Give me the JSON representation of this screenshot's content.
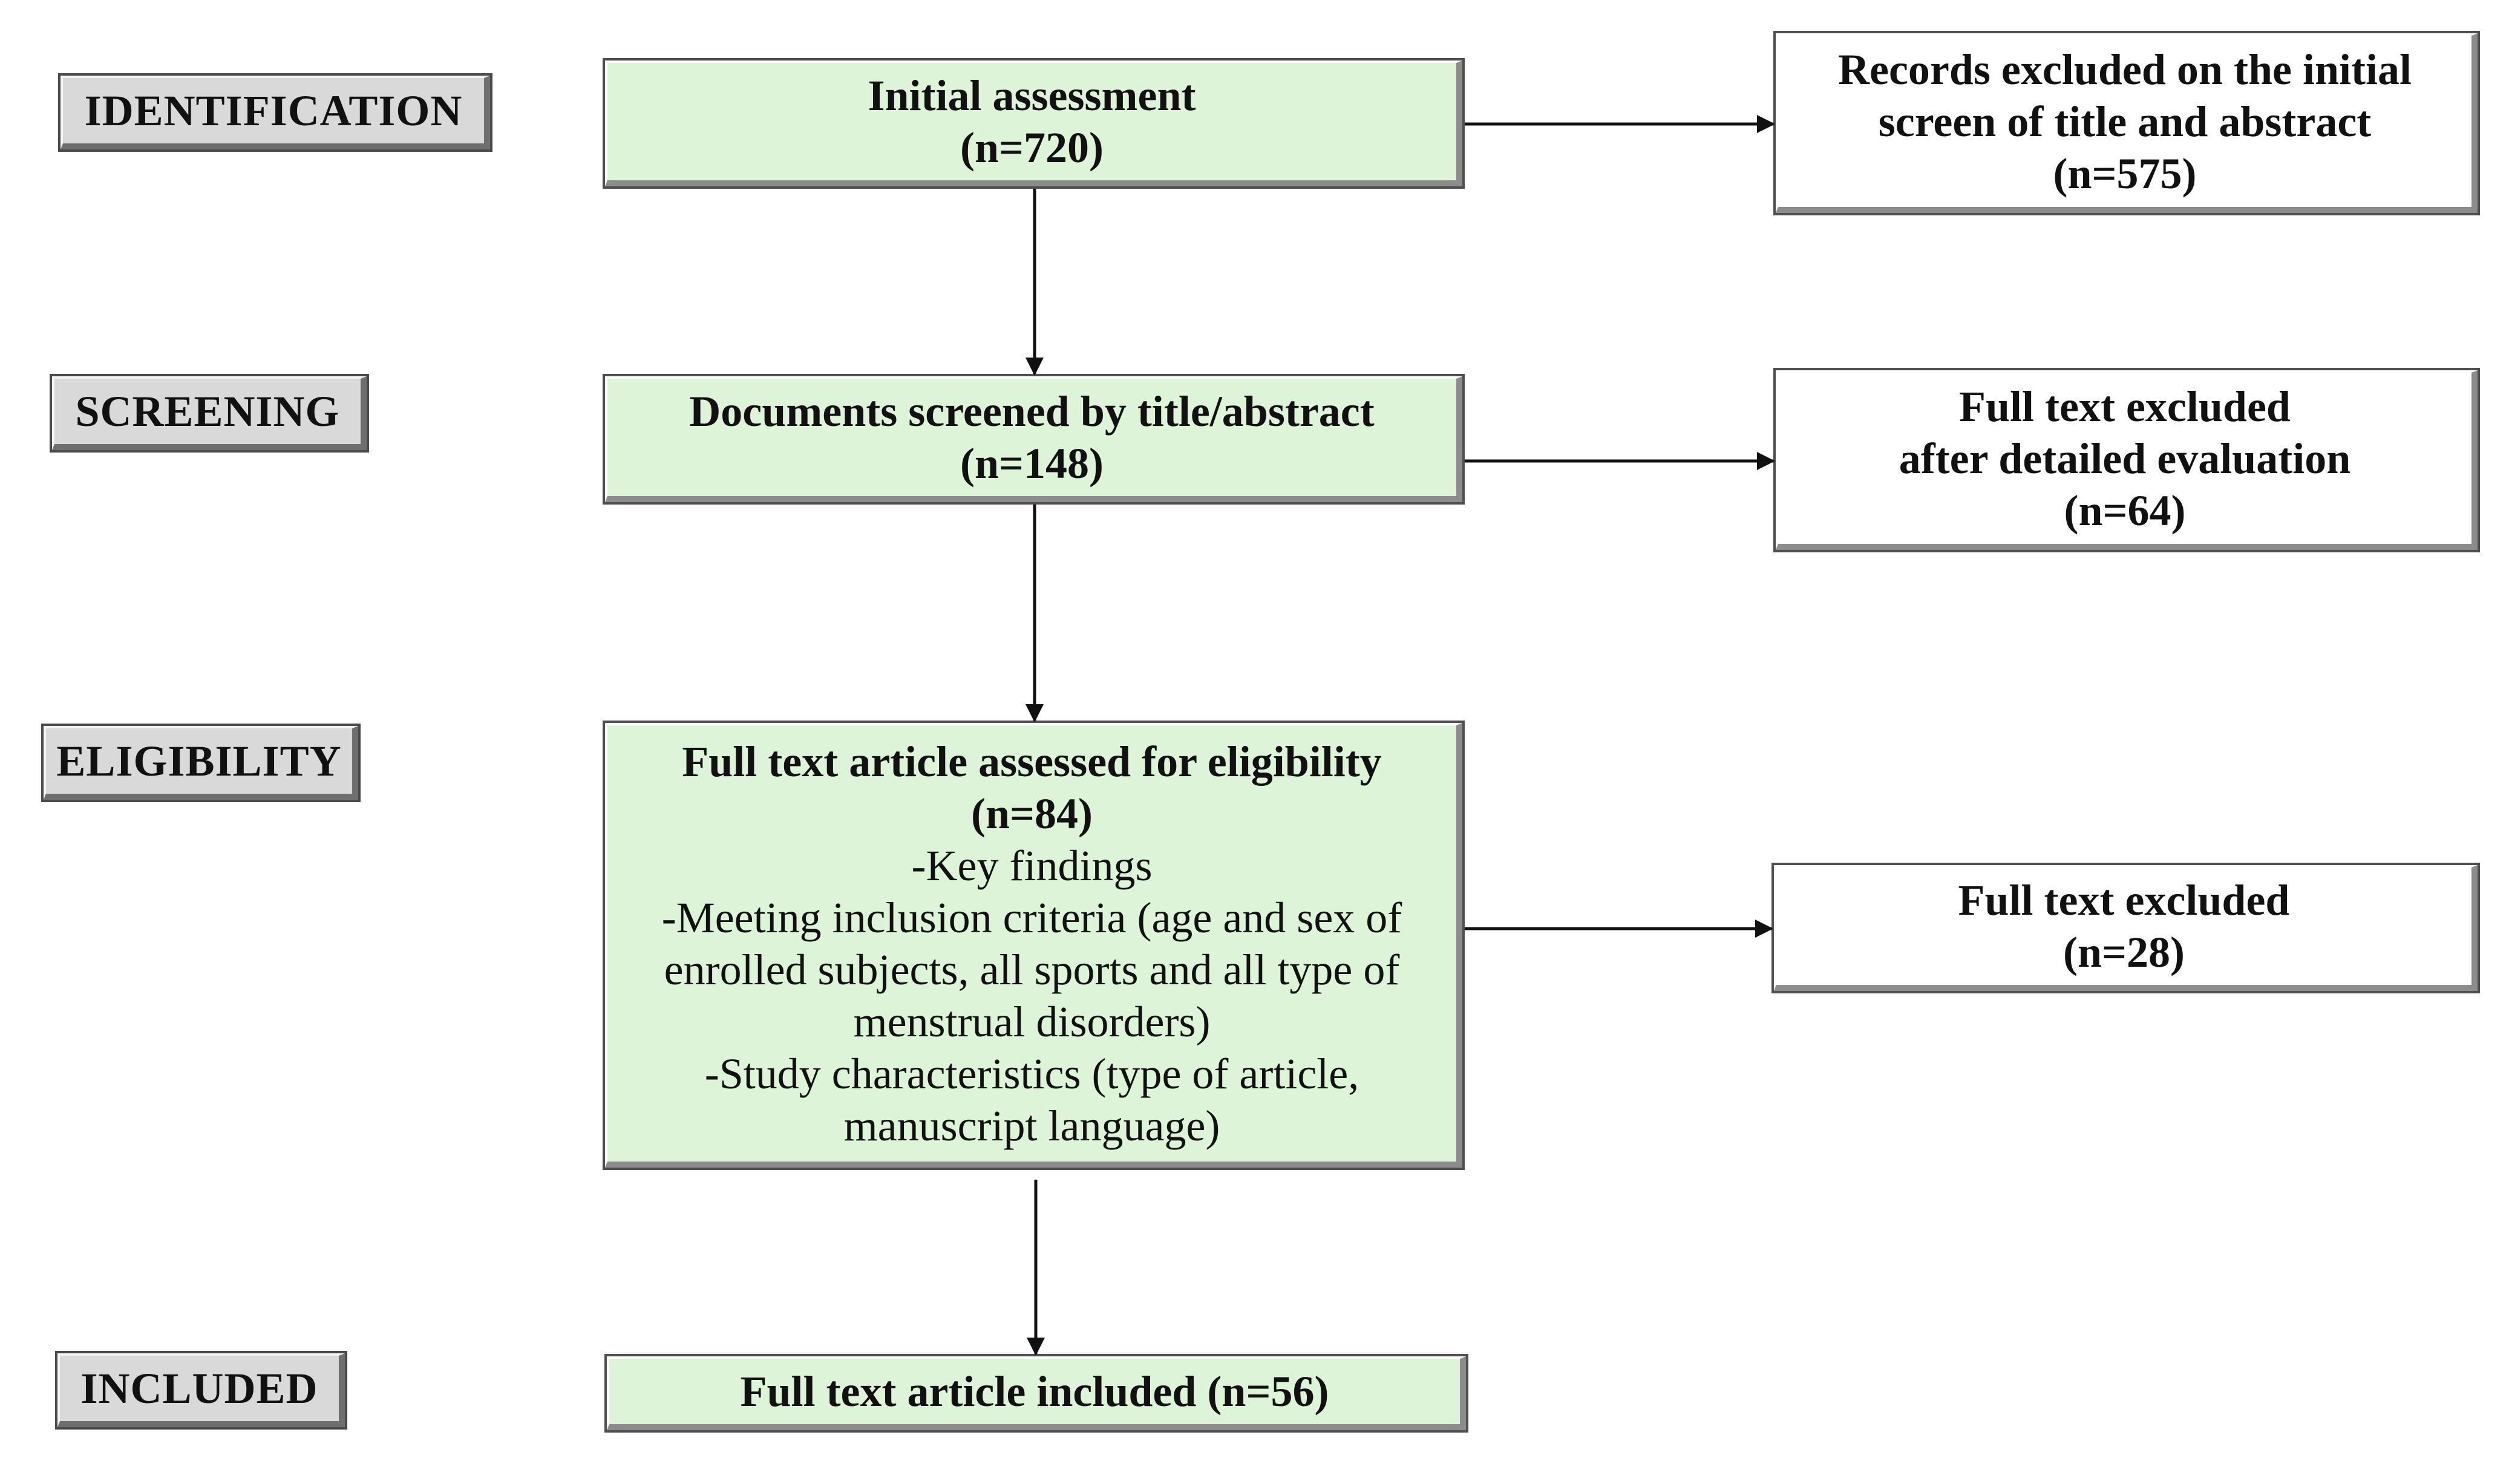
{
  "stages": {
    "identification": "IDENTIFICATION",
    "screening": "SCREENING",
    "eligibility": "ELIGIBILITY",
    "included": "INCLUDED"
  },
  "main_boxes": {
    "initial": {
      "title": "Initial assessment",
      "count": "(n=720)"
    },
    "screened": {
      "title": "Documents screened by title/abstract",
      "count": "(n=148)"
    },
    "eligibility": {
      "title": "Full text article assessed for eligibility",
      "count": "(n=84)",
      "criteria": [
        "-Key findings",
        "-Meeting inclusion criteria (age and sex of",
        "enrolled subjects, all sports and all type of",
        "menstrual disorders)",
        "-Study characteristics (type of article,",
        "manuscript language)"
      ]
    },
    "included": {
      "title": "Full text article included (n=56)"
    }
  },
  "excluded_boxes": {
    "initial_screen": {
      "lines": [
        "Records excluded on the initial",
        "screen of title and abstract"
      ],
      "count": "(n=575)"
    },
    "detailed_eval": {
      "lines": [
        "Full text excluded",
        "after detailed evaluation"
      ],
      "count": "(n=64)"
    },
    "full_text": {
      "lines": [
        "Full text excluded"
      ],
      "count": "(n=28)"
    }
  },
  "colors": {
    "main_box_fill": "#ddf4d8",
    "excluded_box_fill": "#ffffff",
    "stage_label_fill": "#d9d9d9",
    "arrow": "#111111"
  }
}
